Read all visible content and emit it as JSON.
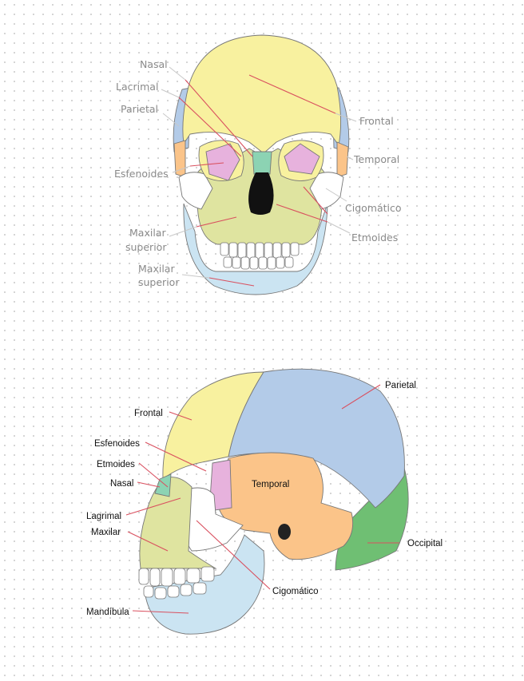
{
  "front_view": {
    "labels": {
      "nasal": "Nasal",
      "lacrimal": "Lacrimal",
      "parietal": "Parietal",
      "esfenoides": "Esfenoides",
      "maxilar_superior_1a": "Maxilar",
      "maxilar_superior_1b": "superior",
      "maxilar_superior_2a": "Maxilar",
      "maxilar_superior_2b": "superior",
      "frontal": "Frontal",
      "temporal": "Temporal",
      "cigomatico": "Cigomático",
      "etmoides": "Etmoides"
    }
  },
  "side_view": {
    "labels": {
      "frontal": "Frontal",
      "esfenoides": "Esfenoides",
      "etmoides": "Etmoides",
      "nasal": "Nasal",
      "lagrimal": "Lagrimal",
      "maxilar": "Maxilar",
      "mandibula": "Mandíbula",
      "parietal": "Parietal",
      "temporal": "Temporal",
      "occipital": "Occipital",
      "cigomatico": "Cigomático"
    }
  },
  "colors": {
    "frontal": "#f8f19f",
    "parietal": "#b3cbe8",
    "temporal": "#fbc489",
    "esfenoides": "#e7b2dd",
    "etmoides": "#8cd3b3",
    "cigomatico": "#ffffff",
    "maxilar": "#dfe4a0",
    "mandibula": "#cbe4f2",
    "occipital": "#6fbf73",
    "leader": "#d9505f"
  }
}
